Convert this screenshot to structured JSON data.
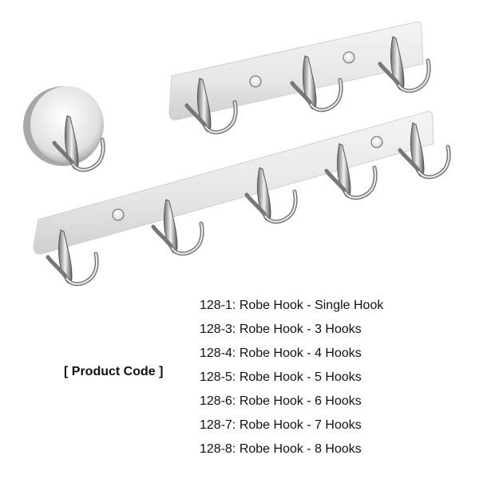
{
  "product_image": {
    "description": "Chrome robe hooks: round single hook, 3-hook rail, 5-hook rail",
    "items": [
      {
        "name": "single-hook",
        "hooks": 1
      },
      {
        "name": "rail-3",
        "hooks": 3
      },
      {
        "name": "rail-5",
        "hooks": 5
      }
    ]
  },
  "product_code_label": "[ Product Code ]",
  "codes": [
    "128-1: Robe Hook - Single Hook",
    "128-3: Robe Hook - 3 Hooks",
    "128-4: Robe Hook - 4 Hooks",
    "128-5: Robe Hook - 5 Hooks",
    "128-6: Robe Hook - 6 Hooks",
    "128-7: Robe Hook - 7 Hooks",
    "128-8: Robe Hook - 8 Hooks"
  ]
}
